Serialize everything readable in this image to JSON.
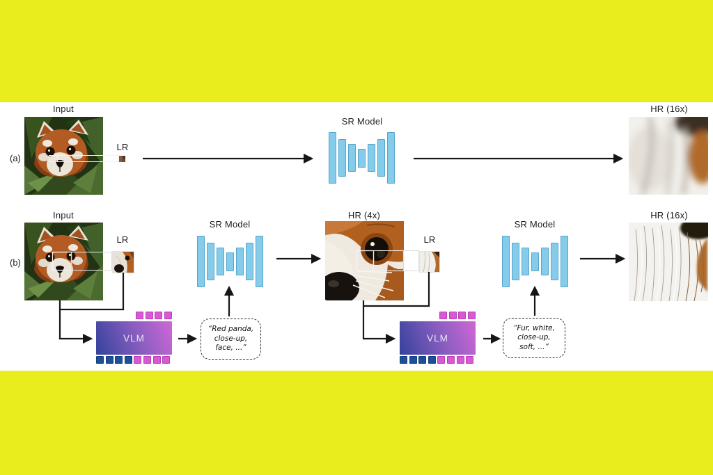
{
  "figure": {
    "description": "Two-row super-resolution pipeline diagram",
    "rows": {
      "a": {
        "tag": "(a)",
        "input_label": "Input",
        "lr_label": "LR",
        "sr_model_label": "SR Model",
        "hr_label": "HR (16x)"
      },
      "b": {
        "tag": "(b)",
        "input_label": "Input",
        "lr_label_1": "LR",
        "sr_model_label_1": "SR Model",
        "hr_mid_label": "HR (4x)",
        "lr_label_2": "LR",
        "sr_model_label_2": "SR Model",
        "hr_final_label": "HR (16x)",
        "vlm_label_1": "VLM",
        "vlm_label_2": "VLM",
        "caption_1": "“Red panda,\nclose-up,\nface, ...”",
        "caption_2": "“Fur, white,\nclose-up,\nsoft, ...”"
      }
    }
  },
  "colors": {
    "band_yellow": "#e9ed1b",
    "sr_bar_fill": "#85cbea",
    "sr_bar_border": "#55a5cc",
    "vlm_blue": "#34429c",
    "vlm_pink": "#d067d6",
    "token_pink": "#d85ad2",
    "token_blue": "#1d4f9a",
    "arrow": "#161616"
  }
}
